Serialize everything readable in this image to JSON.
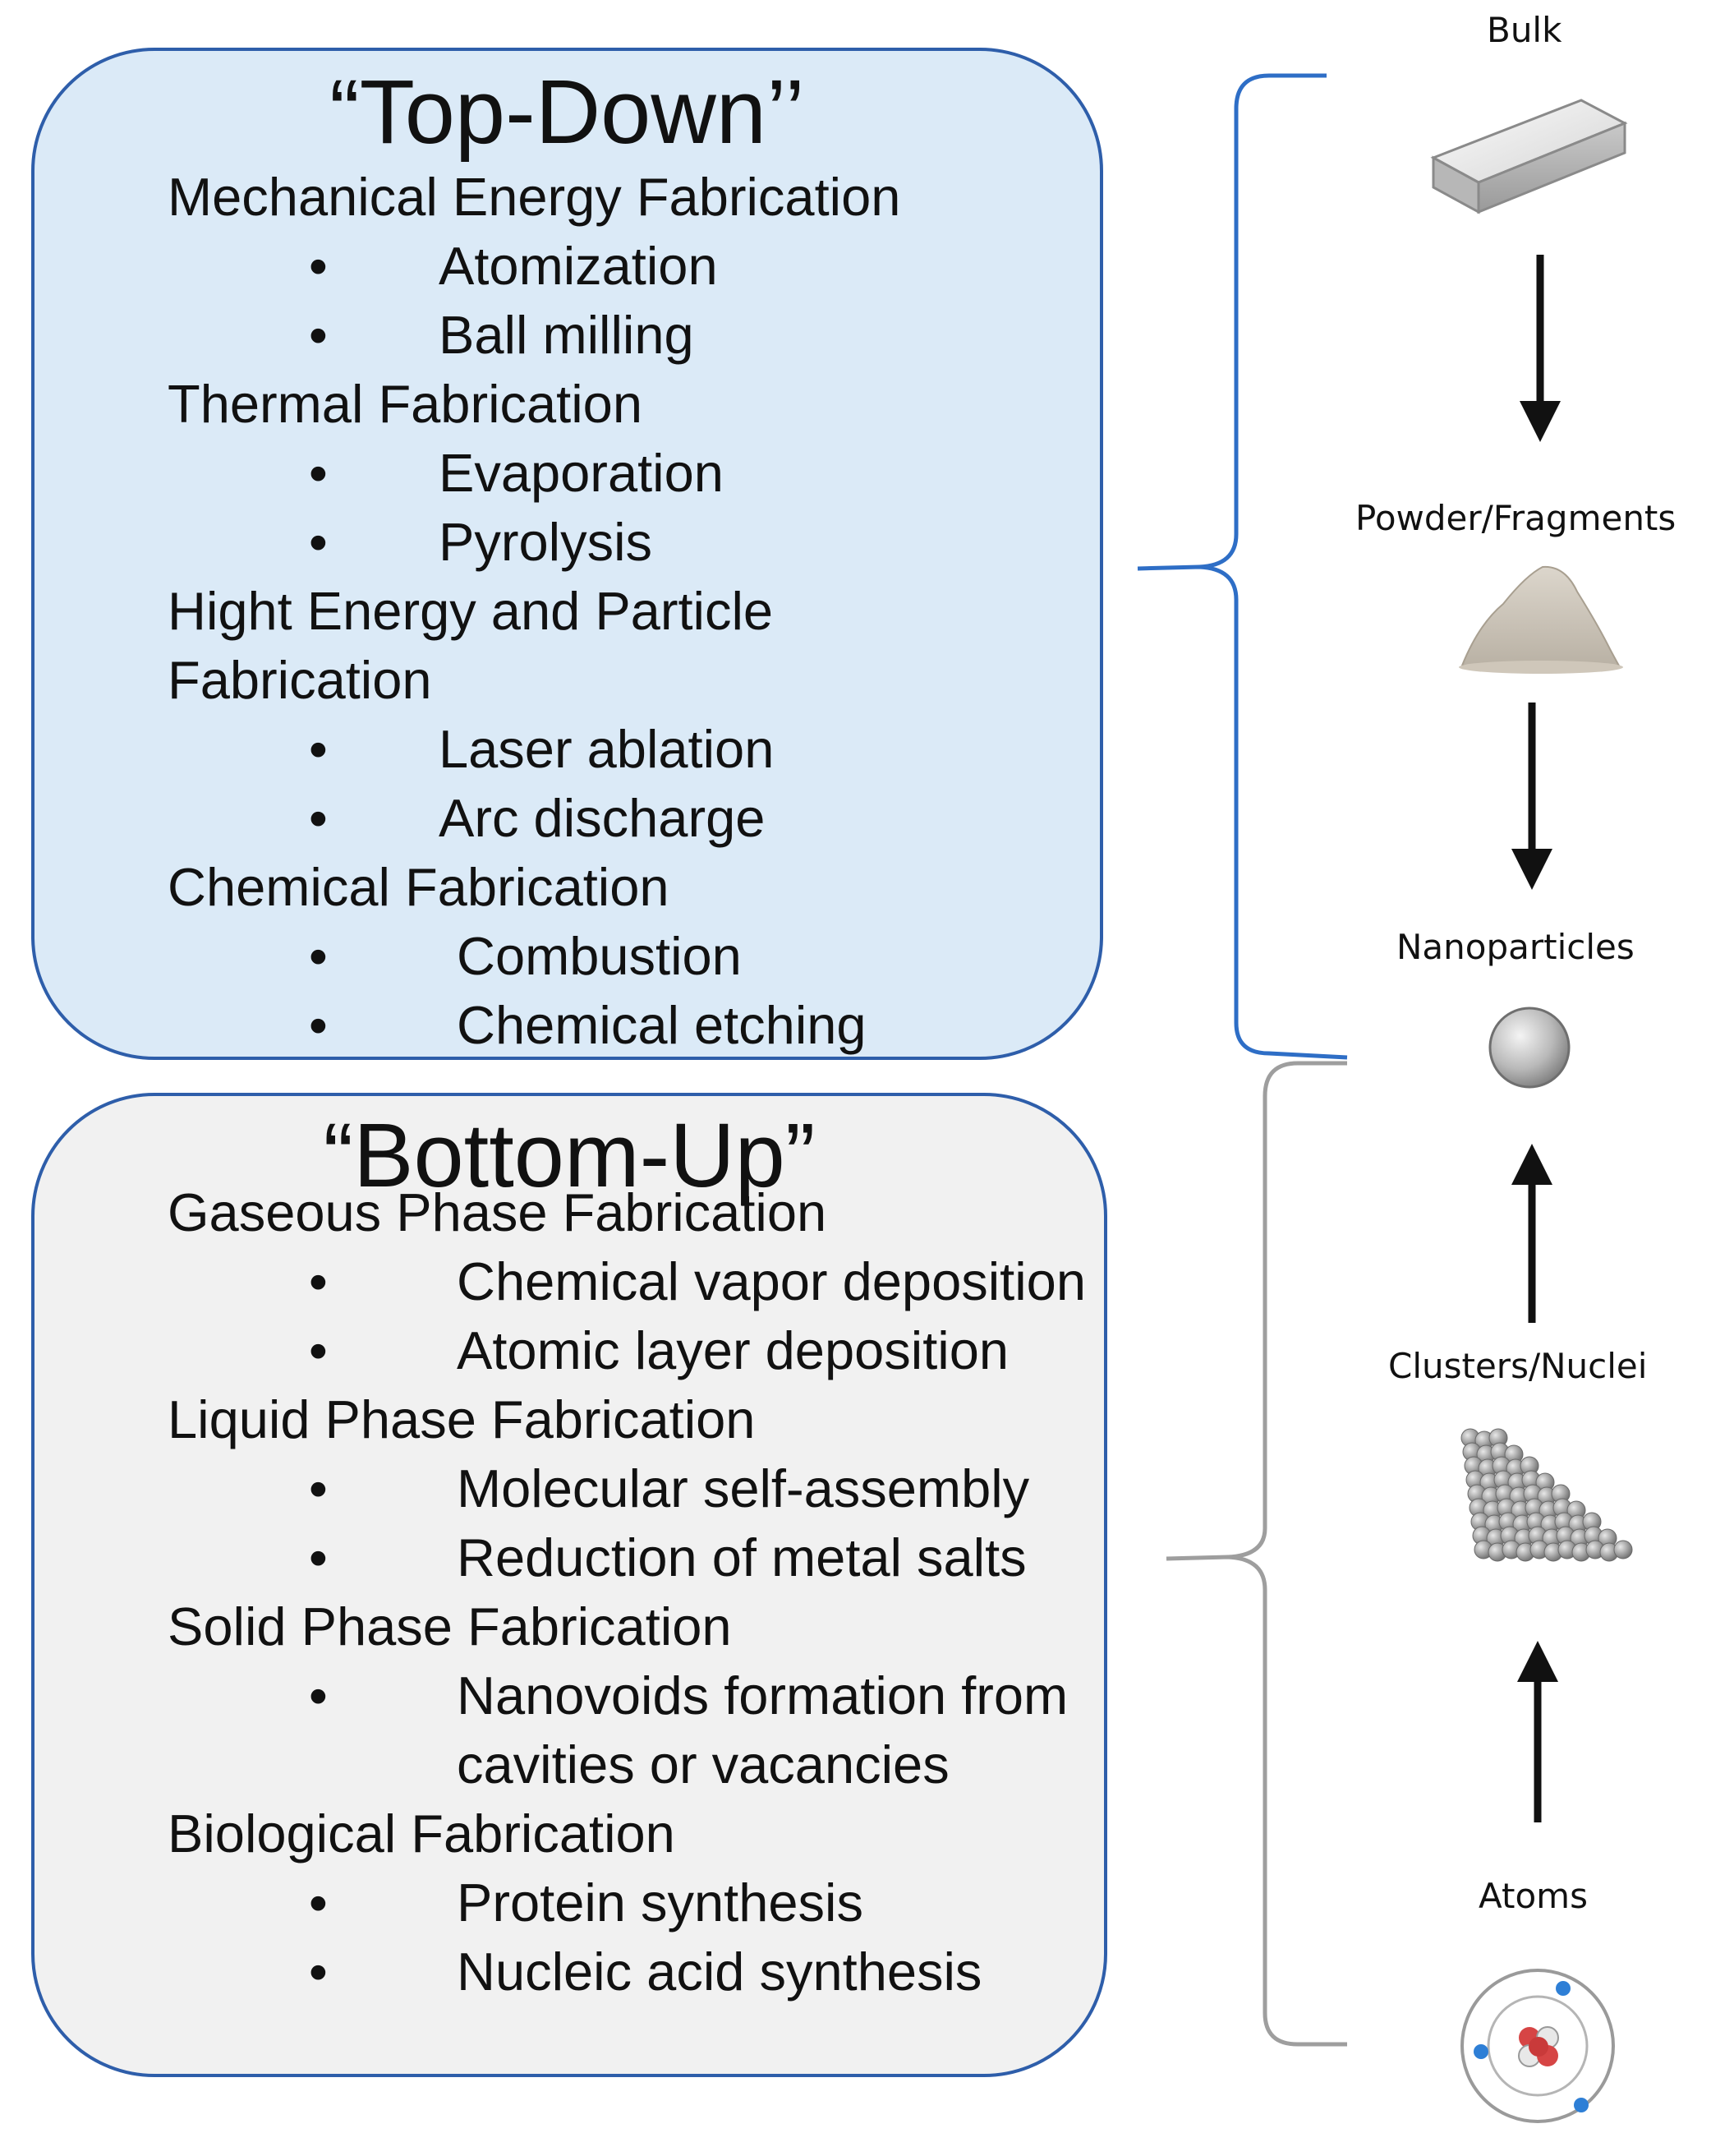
{
  "top_down": {
    "title": "“Top-Down’’",
    "categories": [
      {
        "label": "Mechanical Energy Fabrication",
        "items": [
          "Atomization",
          "Ball milling"
        ]
      },
      {
        "label": "Thermal Fabrication",
        "items": [
          "Evaporation",
          "Pyrolysis"
        ]
      },
      {
        "label": "Hight Energy and Particle Fabrication",
        "items": [
          "Laser ablation",
          "Arc discharge"
        ]
      },
      {
        "label": "Chemical Fabrication",
        "items": [
          "Combustion",
          "Chemical etching"
        ]
      }
    ]
  },
  "bottom_up": {
    "title": "“Bottom-Up”",
    "categories": [
      {
        "label": "Gaseous Phase Fabrication",
        "items": [
          "Chemical vapor deposition",
          "Atomic layer deposition"
        ]
      },
      {
        "label": "Liquid Phase Fabrication",
        "items": [
          "Molecular self-assembly",
          "Reduction of metal salts"
        ]
      },
      {
        "label": "Solid Phase Fabrication",
        "items": [
          "Nanovoids formation from cavities or vacancies"
        ]
      },
      {
        "label": "Biological Fabrication",
        "items": [
          "Protein synthesis",
          "Nucleic acid synthesis"
        ]
      }
    ]
  },
  "bullet": "•",
  "stages": {
    "bulk": "Bulk",
    "powder": "Powder/Fragments",
    "nanoparticles": "Nanoparticles",
    "clusters": "Clusters/Nuclei",
    "atoms": "Atoms"
  },
  "colors": {
    "top_bracket": "#2e6ec6",
    "bottom_bracket": "#9e9e9e",
    "arrow": "#111111"
  }
}
